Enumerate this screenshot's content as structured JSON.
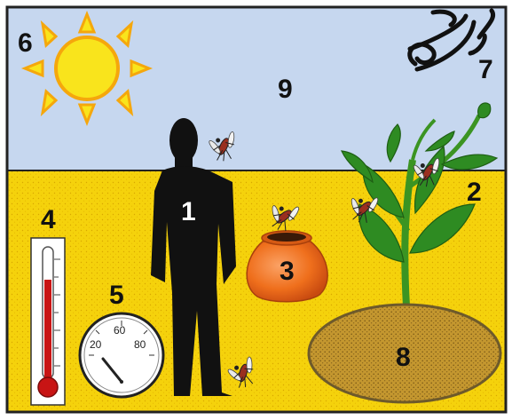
{
  "labels": {
    "person": "1",
    "plant": "2",
    "pot": "3",
    "thermometer": "4",
    "gauge": "5",
    "sun": "6",
    "wind": "7",
    "soil": "8",
    "sky": "9"
  },
  "gauge": {
    "ticks": [
      "20",
      "60",
      "80"
    ]
  },
  "colors": {
    "sky": "#c6d7ef",
    "ground": "#f5d20c",
    "sun": "#f9e41c",
    "sun_rays": "#f5a70c",
    "person": "#111111",
    "plant": "#2e8b22",
    "pot": "#ef6f1c",
    "soil": "#b68a2a",
    "mercury": "#c81414"
  },
  "icons": [
    "sun-icon",
    "wind-icon",
    "thermometer-icon",
    "gauge-icon",
    "person-icon",
    "plant-icon",
    "pot-icon",
    "soil-icon",
    "mosquito-icon"
  ]
}
